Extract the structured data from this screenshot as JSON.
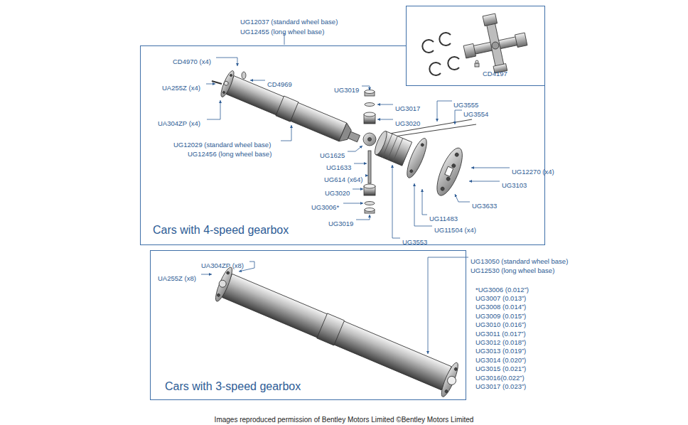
{
  "diagram": {
    "caption": "Images reproduced permission of Bentley Motors Limited ©Bentley Motors Limited",
    "nodes": [
      {
        "text": [
          "Cars with 4-speed gearbox"
        ]
      },
      {
        "text": [
          "Cars with 3-speed gearbox"
        ]
      },
      {
        "text": [
          "CD4197"
        ]
      }
    ],
    "labels": [
      "UG12037 (standard wheel base)",
      "UG12455 (long wheel base)",
      "CD4970 (x4)",
      "CD4969",
      "UA255Z (x4)",
      "UG3019",
      "UG3017",
      "UG3555",
      "UG3554",
      "UG3020",
      "UA304ZP (x4)",
      "UG12029 (standard wheel base)",
      "UG12456 (long wheel base)",
      "UG1625",
      "UG1633",
      "UG614 (x64)",
      "UG12270 (x4)",
      "UG3103",
      "UG3020",
      "UG3006*",
      "UG3633",
      "UG3019",
      "UG11483",
      "UG11504 (x4)",
      "UG3553",
      "UA304ZP (x8)",
      "UA255Z (x8)",
      "UG13050 (standard wheel base)",
      "UG12530 (long wheel base)",
      "*UG3006 (0.012”)",
      "UG3007 (0.013”)",
      "UG3008 (0.014”)",
      "UG3009 (0.015”)",
      "UG3010 (0.016”)",
      "UG3011 (0.017”)",
      "UG3012 (0.018”)",
      "UG3013 (0.019”)",
      "UG3014 (0.020”)",
      "UG3015 (0.021”)",
      "UG3016(0.022”)",
      "UG3017 (0.023”)"
    ]
  }
}
